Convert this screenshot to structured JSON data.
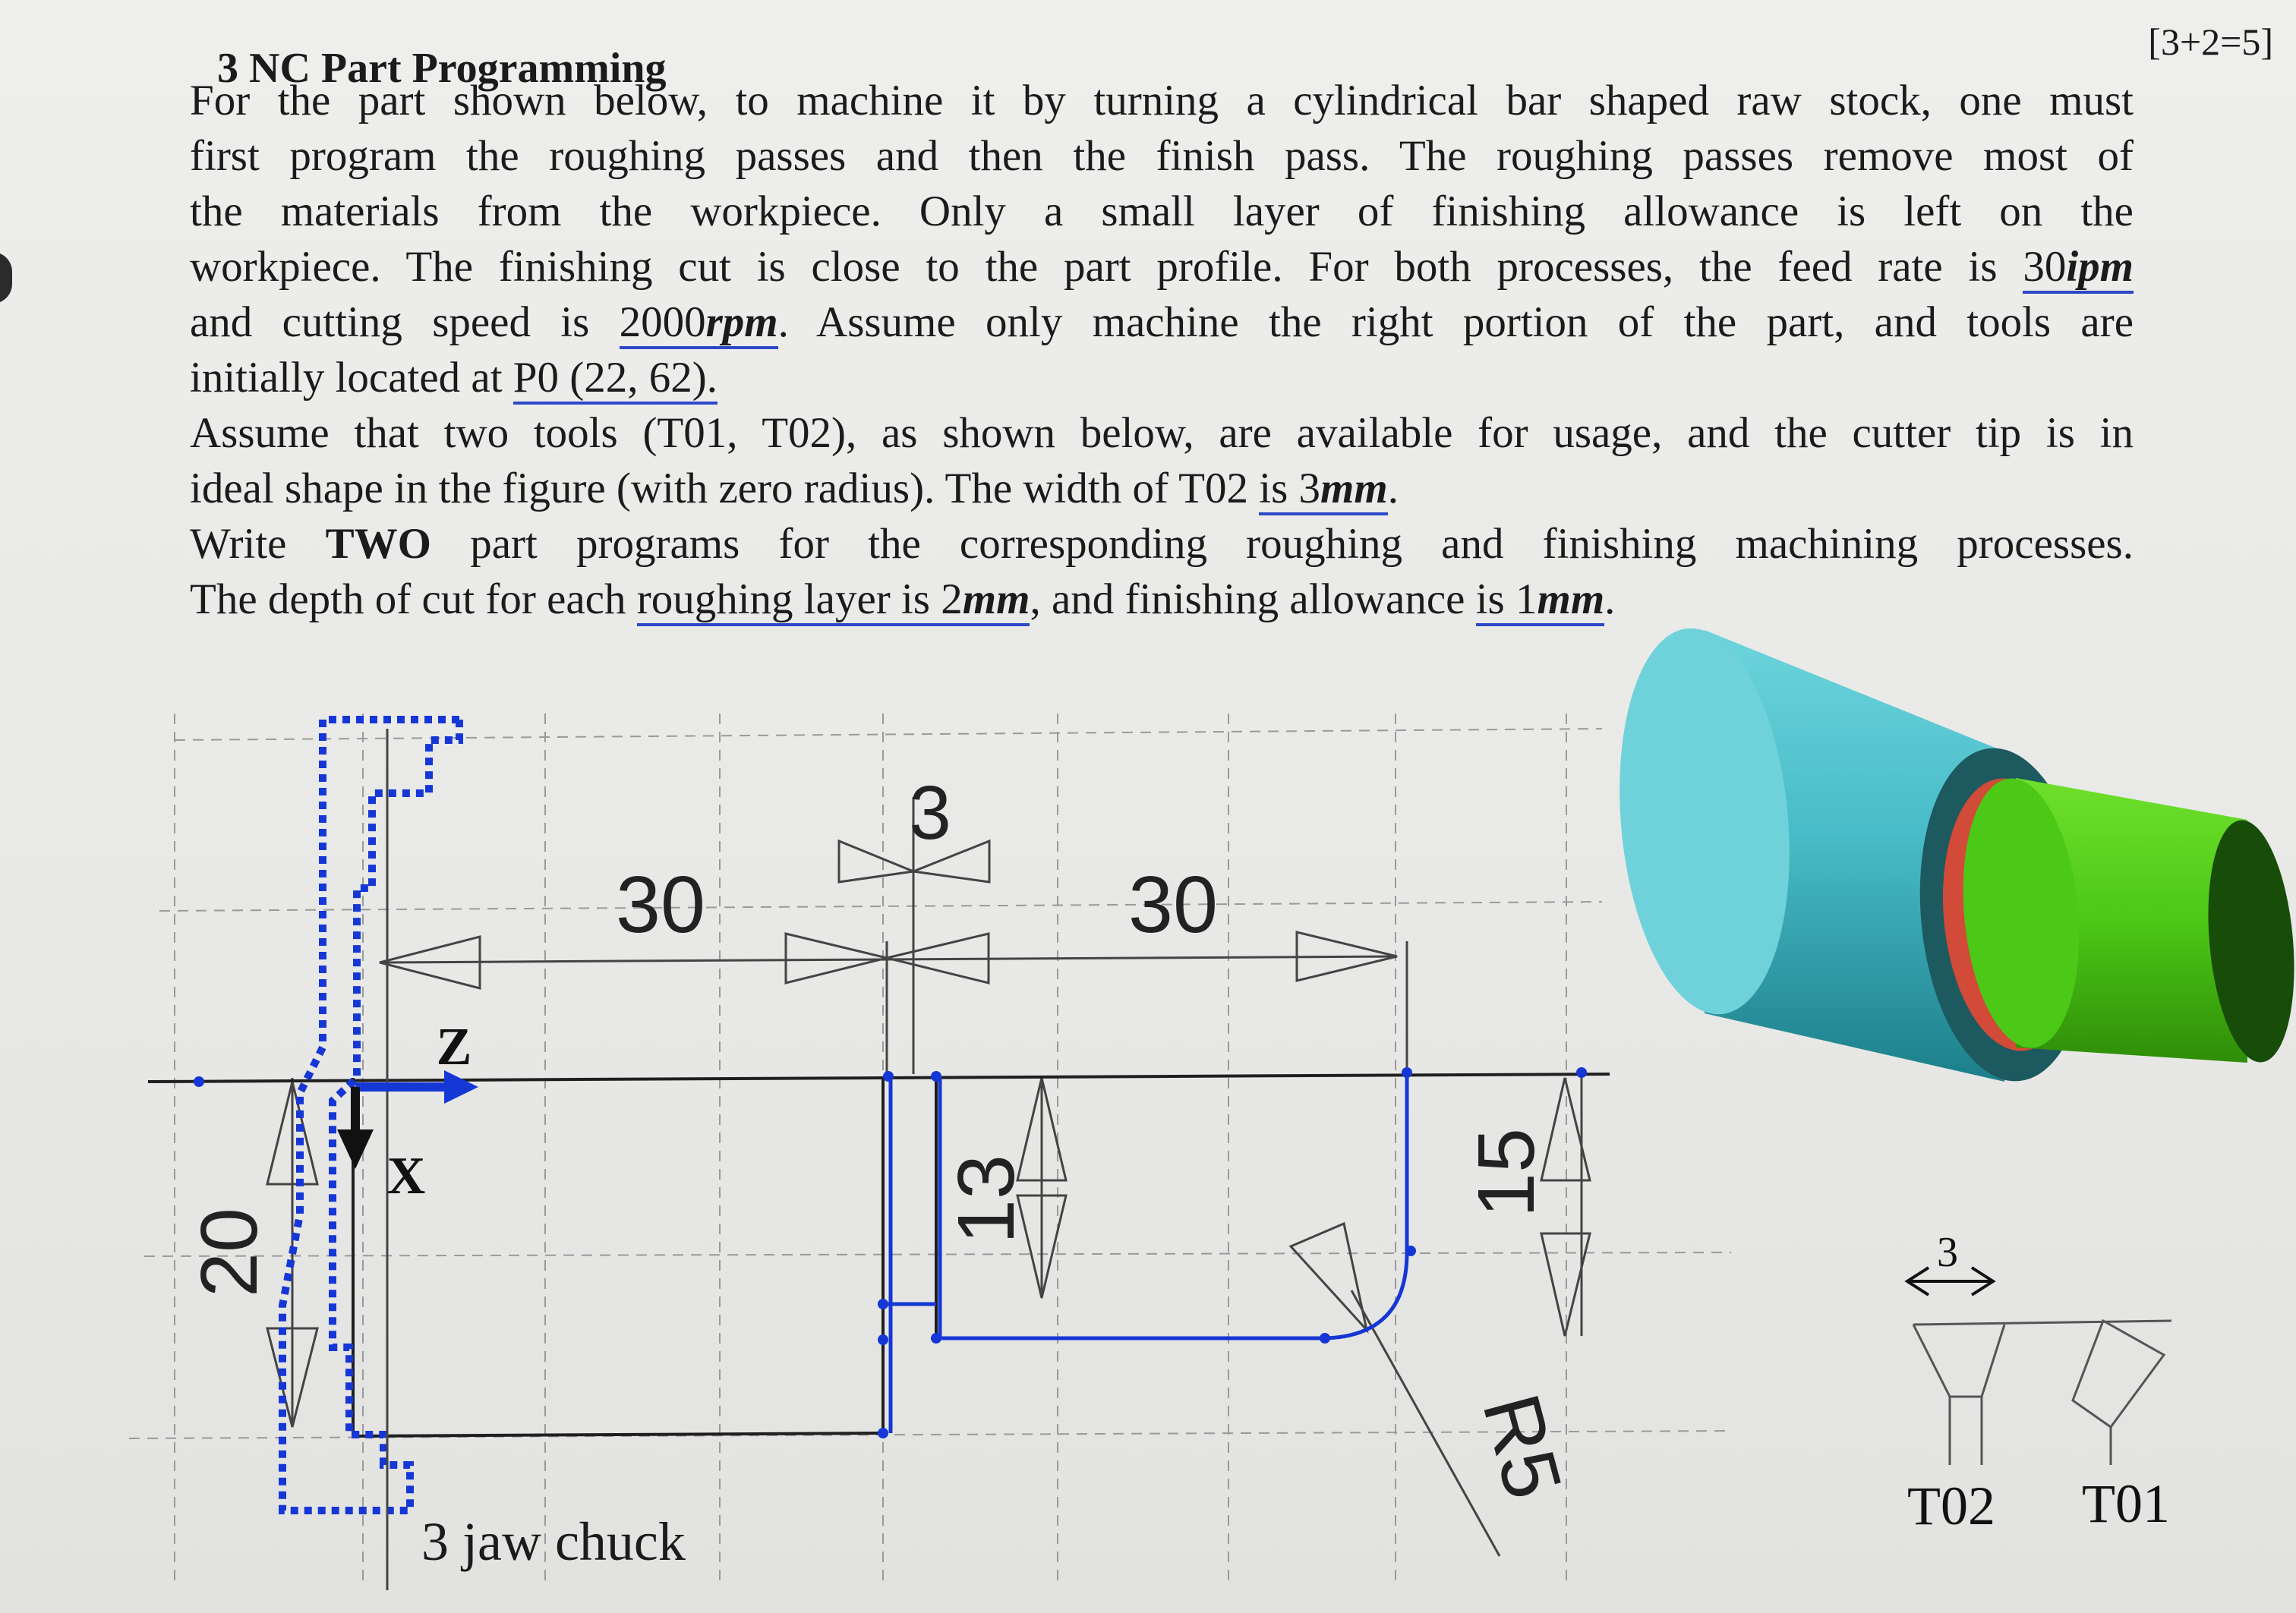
{
  "marks": "[3+2=5]",
  "title": "3 NC Part Programming",
  "text": {
    "l1": "For the part shown below, to machine it by turning a cylindrical bar shaped raw stock, one must",
    "l2": "first program the roughing passes and then the finish pass. The roughing passes remove most of",
    "l3": "the materials from the workpiece. Only a small layer of finishing allowance is left on the",
    "l4a": "workpiece. The finishing cut is close to the part profile. For both processes, the feed rate is ",
    "l4b": "30",
    "l4c": "ipm",
    "l5a": "and cutting speed is ",
    "l5b": "2000",
    "l5c": "rpm",
    "l5d": ". Assume only machine the right portion of the part, and tools are",
    "l6a": "initially located at ",
    "l6b": "P0 (22, 62).",
    "l7": "Assume that two tools (T01, T02), as shown below, are available for usage, and the cutter tip is in",
    "l8a": "ideal shape in the figure (with zero radius). The width of T02 ",
    "l8b": "is 3",
    "l8c": "mm",
    "l8d": ".",
    "l9a": "Write ",
    "l9b": "TWO",
    "l9c": " part programs for the corresponding roughing and finishing machining processes.",
    "l10a": "The depth of cut for each ",
    "l10b": "roughing layer is 2",
    "l10c": "mm",
    "l10d": ", and finishing allowance ",
    "l10e": "is 1",
    "l10f": "mm",
    "l10g": "."
  },
  "drawing": {
    "dim_30_left": "30",
    "dim_3": "3",
    "dim_30_right": "30",
    "axis_z": "Z",
    "axis_x": "X",
    "dim_20": "20",
    "dim_13": "13",
    "dim_15": "15",
    "radius": "R5",
    "chuck": "3 jaw chuck",
    "tool_width": "3",
    "tool_t02": "T02",
    "tool_t01": "T01"
  },
  "colors": {
    "dim_line": "#444444",
    "profile": "#1f1f1f",
    "blue": "#1537d6",
    "cyl_big": "#48bcc8",
    "cyl_small": "#55d61a",
    "ring": "#d24a38"
  }
}
